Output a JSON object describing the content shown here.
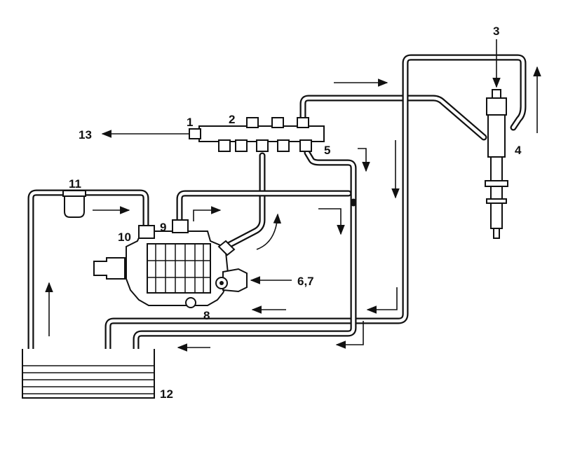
{
  "diagram": {
    "labels": {
      "l1": "1",
      "l2": "2",
      "l3": "3",
      "l4": "4",
      "l5": "5",
      "l67": "6,7",
      "l8": "8",
      "l9": "9",
      "l10": "10",
      "l11": "11",
      "l12": "12",
      "l13": "13"
    },
    "colors": {
      "line": "#111111",
      "background": "#ffffff"
    }
  }
}
